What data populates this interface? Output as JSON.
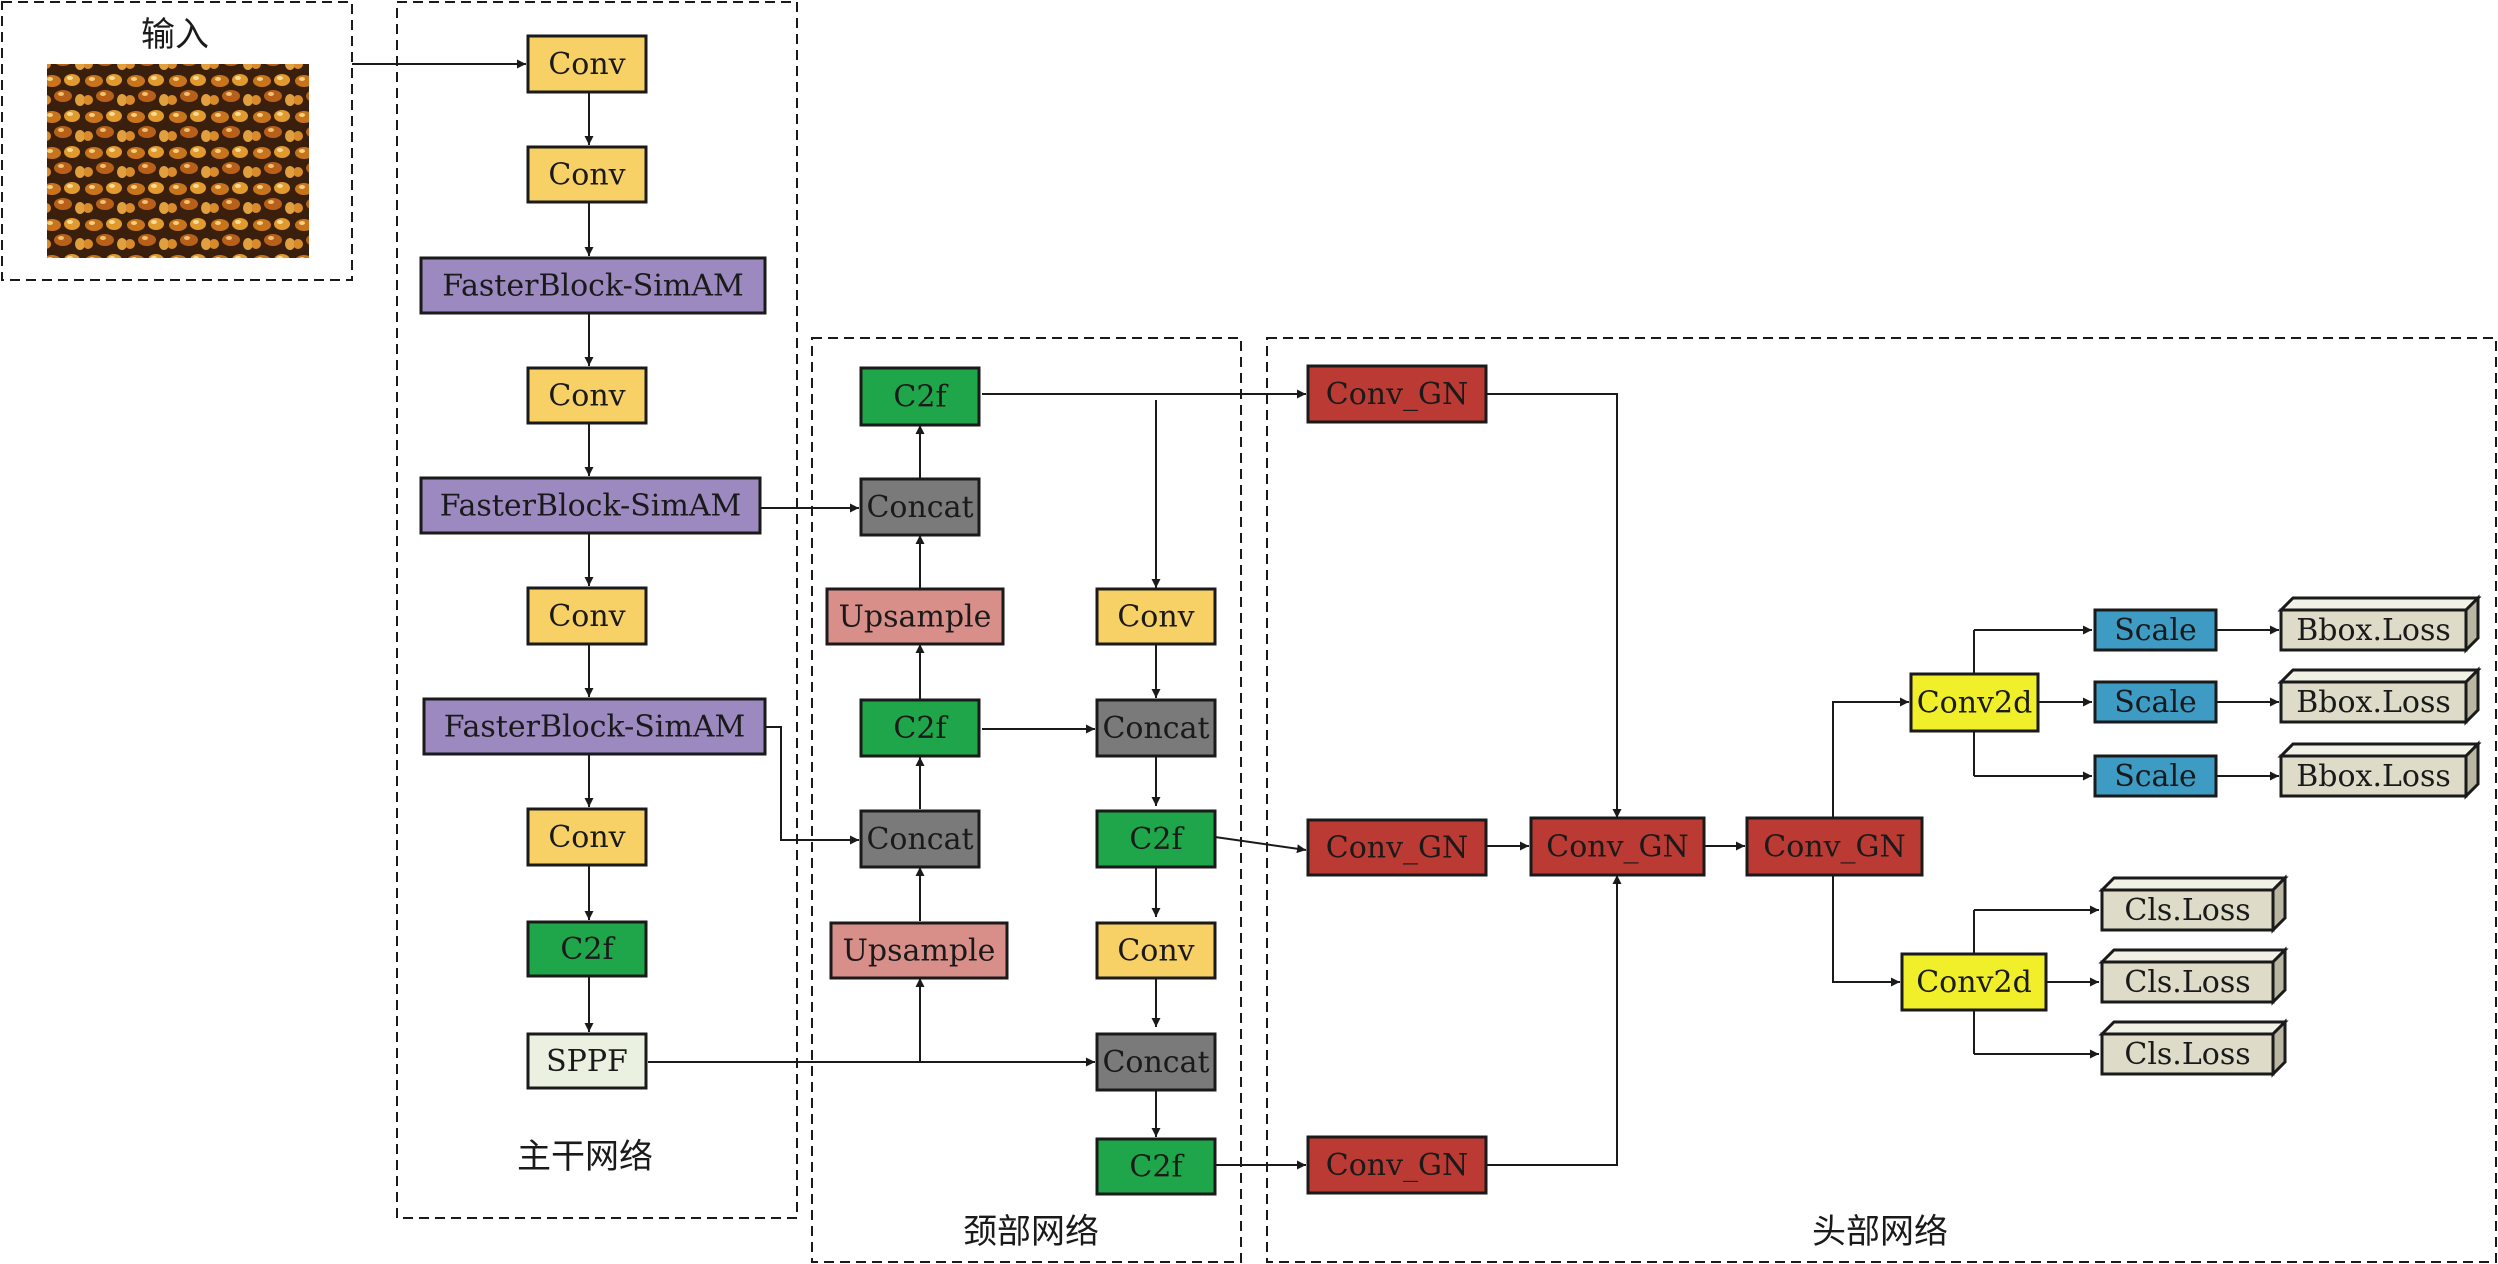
{
  "colors": {
    "conv": "#f7d165",
    "faster": "#9b89bf",
    "c2f": "#1fa54a",
    "sppf": "#eaf1e0",
    "concat": "#7a7a7a",
    "upsample": "#d88f8a",
    "conv_gn": "#bb3a33",
    "conv2d": "#f1ef2a",
    "scale": "#3d9bc4",
    "loss": "#dedcc8",
    "stroke": "#1a1a1a"
  },
  "labels": {
    "input": "输入",
    "backbone": "主干网络",
    "neck": "颈部网络",
    "head": "头部网络"
  },
  "input_image": {
    "icon": "corn-kernels-image"
  },
  "nodes": [
    {
      "id": "b1",
      "label": "Conv",
      "kind": "conv"
    },
    {
      "id": "b2",
      "label": "Conv",
      "kind": "conv"
    },
    {
      "id": "b3",
      "label": "FasterBlock-SimAM",
      "kind": "faster"
    },
    {
      "id": "b4",
      "label": "Conv",
      "kind": "conv"
    },
    {
      "id": "b5",
      "label": "FasterBlock-SimAM",
      "kind": "faster"
    },
    {
      "id": "b6",
      "label": "Conv",
      "kind": "conv"
    },
    {
      "id": "b7",
      "label": "FasterBlock-SimAM",
      "kind": "faster"
    },
    {
      "id": "b8",
      "label": "Conv",
      "kind": "conv"
    },
    {
      "id": "b9",
      "label": "C2f",
      "kind": "c2f"
    },
    {
      "id": "b10",
      "label": "SPPF",
      "kind": "sppf"
    },
    {
      "id": "n1",
      "label": "C2f",
      "kind": "c2f"
    },
    {
      "id": "n2",
      "label": "Concat",
      "kind": "concat"
    },
    {
      "id": "n3",
      "label": "Upsample",
      "kind": "upsample"
    },
    {
      "id": "n4",
      "label": "C2f",
      "kind": "c2f"
    },
    {
      "id": "n5",
      "label": "Concat",
      "kind": "concat"
    },
    {
      "id": "n6",
      "label": "Upsample",
      "kind": "upsample"
    },
    {
      "id": "n7",
      "label": "Conv",
      "kind": "conv"
    },
    {
      "id": "n8",
      "label": "Concat",
      "kind": "concat"
    },
    {
      "id": "n9",
      "label": "C2f",
      "kind": "c2f"
    },
    {
      "id": "n10",
      "label": "Conv",
      "kind": "conv"
    },
    {
      "id": "n11",
      "label": "Concat",
      "kind": "concat"
    },
    {
      "id": "n12",
      "label": "C2f",
      "kind": "c2f"
    },
    {
      "id": "h1",
      "label": "Conv_GN",
      "kind": "conv_gn"
    },
    {
      "id": "h2",
      "label": "Conv_GN",
      "kind": "conv_gn"
    },
    {
      "id": "h3",
      "label": "Conv_GN",
      "kind": "conv_gn"
    },
    {
      "id": "h4",
      "label": "Conv_GN",
      "kind": "conv_gn"
    },
    {
      "id": "h5",
      "label": "Conv_GN",
      "kind": "conv_gn"
    },
    {
      "id": "h6",
      "label": "Conv2d",
      "kind": "conv2d"
    },
    {
      "id": "h7",
      "label": "Conv2d",
      "kind": "conv2d"
    },
    {
      "id": "s1",
      "label": "Scale",
      "kind": "scale"
    },
    {
      "id": "s2",
      "label": "Scale",
      "kind": "scale"
    },
    {
      "id": "s3",
      "label": "Scale",
      "kind": "scale"
    },
    {
      "id": "l1",
      "label": "Bbox.Loss",
      "kind": "loss"
    },
    {
      "id": "l2",
      "label": "Bbox.Loss",
      "kind": "loss"
    },
    {
      "id": "l3",
      "label": "Bbox.Loss",
      "kind": "loss"
    },
    {
      "id": "l4",
      "label": "Cls.Loss",
      "kind": "loss"
    },
    {
      "id": "l5",
      "label": "Cls.Loss",
      "kind": "loss"
    },
    {
      "id": "l6",
      "label": "Cls.Loss",
      "kind": "loss"
    }
  ]
}
